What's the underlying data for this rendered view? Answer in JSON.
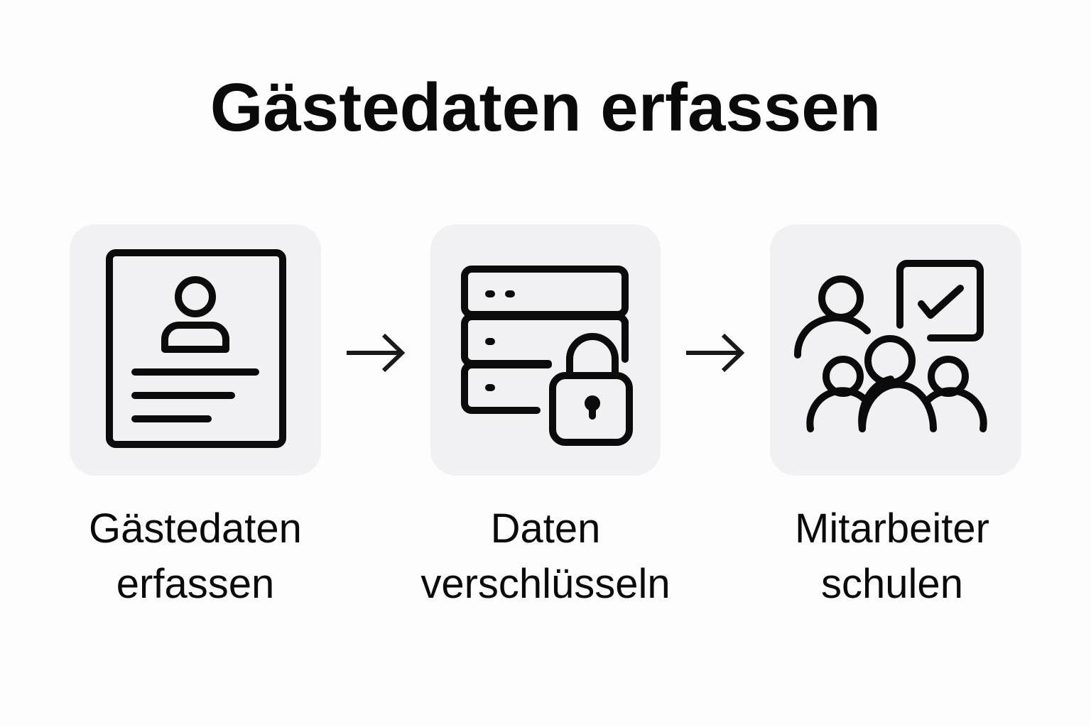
{
  "title": "Gästedaten erfassen",
  "steps": [
    {
      "icon": "id-card-person-icon",
      "label_line1": "Gästedaten",
      "label_line2": "erfassen"
    },
    {
      "icon": "server-lock-icon",
      "label_line1": "Daten",
      "label_line2": "verschlüsseln"
    },
    {
      "icon": "team-training-checkmark-icon",
      "label_line1": "Mitarbeiter",
      "label_line2": "schulen"
    }
  ],
  "connectors": [
    {
      "icon": "arrow-right-icon"
    },
    {
      "icon": "arrow-right-icon"
    }
  ],
  "colors": {
    "background": "#fdfdfd",
    "tile": "#f1f1f4",
    "stroke": "#0b0b0b"
  }
}
